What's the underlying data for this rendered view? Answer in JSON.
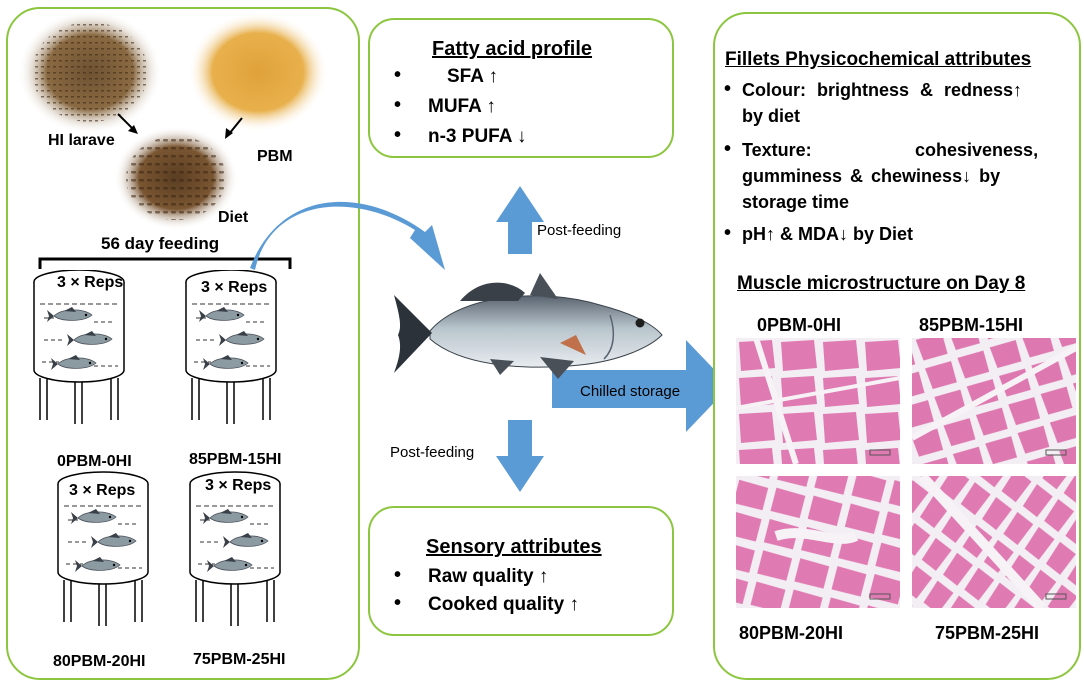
{
  "left_panel": {
    "ingredients": {
      "hi_larvae": "HI larave",
      "pbm": "PBM",
      "diet": "Diet"
    },
    "feeding_label": "56 day feeding",
    "tanks": [
      {
        "reps": "3 × Reps",
        "group": "0PBM-0HI"
      },
      {
        "reps": "3 × Reps",
        "group": "85PBM-15HI"
      },
      {
        "reps": "3 × Reps",
        "group": "80PBM-20HI"
      },
      {
        "reps": "3 × Reps",
        "group": "75PBM-25HI"
      }
    ]
  },
  "center": {
    "fatty_acid": {
      "title": "Fatty acid profile",
      "items": [
        "SFA ↑",
        "MUFA ↑",
        "n-3 PUFA ↓"
      ]
    },
    "post_feeding_up": "Post-feeding",
    "post_feeding_down": "Post-feeding",
    "chilled_storage": "Chilled storage",
    "sensory": {
      "title": "Sensory attributes",
      "items": [
        "Raw quality ↑",
        "Cooked quality ↑"
      ]
    }
  },
  "right_panel": {
    "title": "Fillets Physicochemical attributes",
    "item1_line1": "Colour: brightness & redness↑",
    "item1_line2": "by diet",
    "item2_line1a": "Texture:",
    "item2_line1b": "cohesiveness,",
    "item2_line2": "gumminess & chewiness↓ by",
    "item2_line3": "storage time",
    "item3": "pH↑ & MDA↓ by Diet",
    "micro_title": "Muscle microstructure on Day 8",
    "micro_labels": [
      "0PBM-0HI",
      "85PBM-15HI",
      "80PBM-20HI",
      "75PBM-25HI"
    ]
  },
  "colors": {
    "box_border": "#8cc63f",
    "arrow_blue": "#5b9bd5",
    "tissue_pink": "#e27fb5",
    "tissue_bg": "#f4eef4"
  }
}
